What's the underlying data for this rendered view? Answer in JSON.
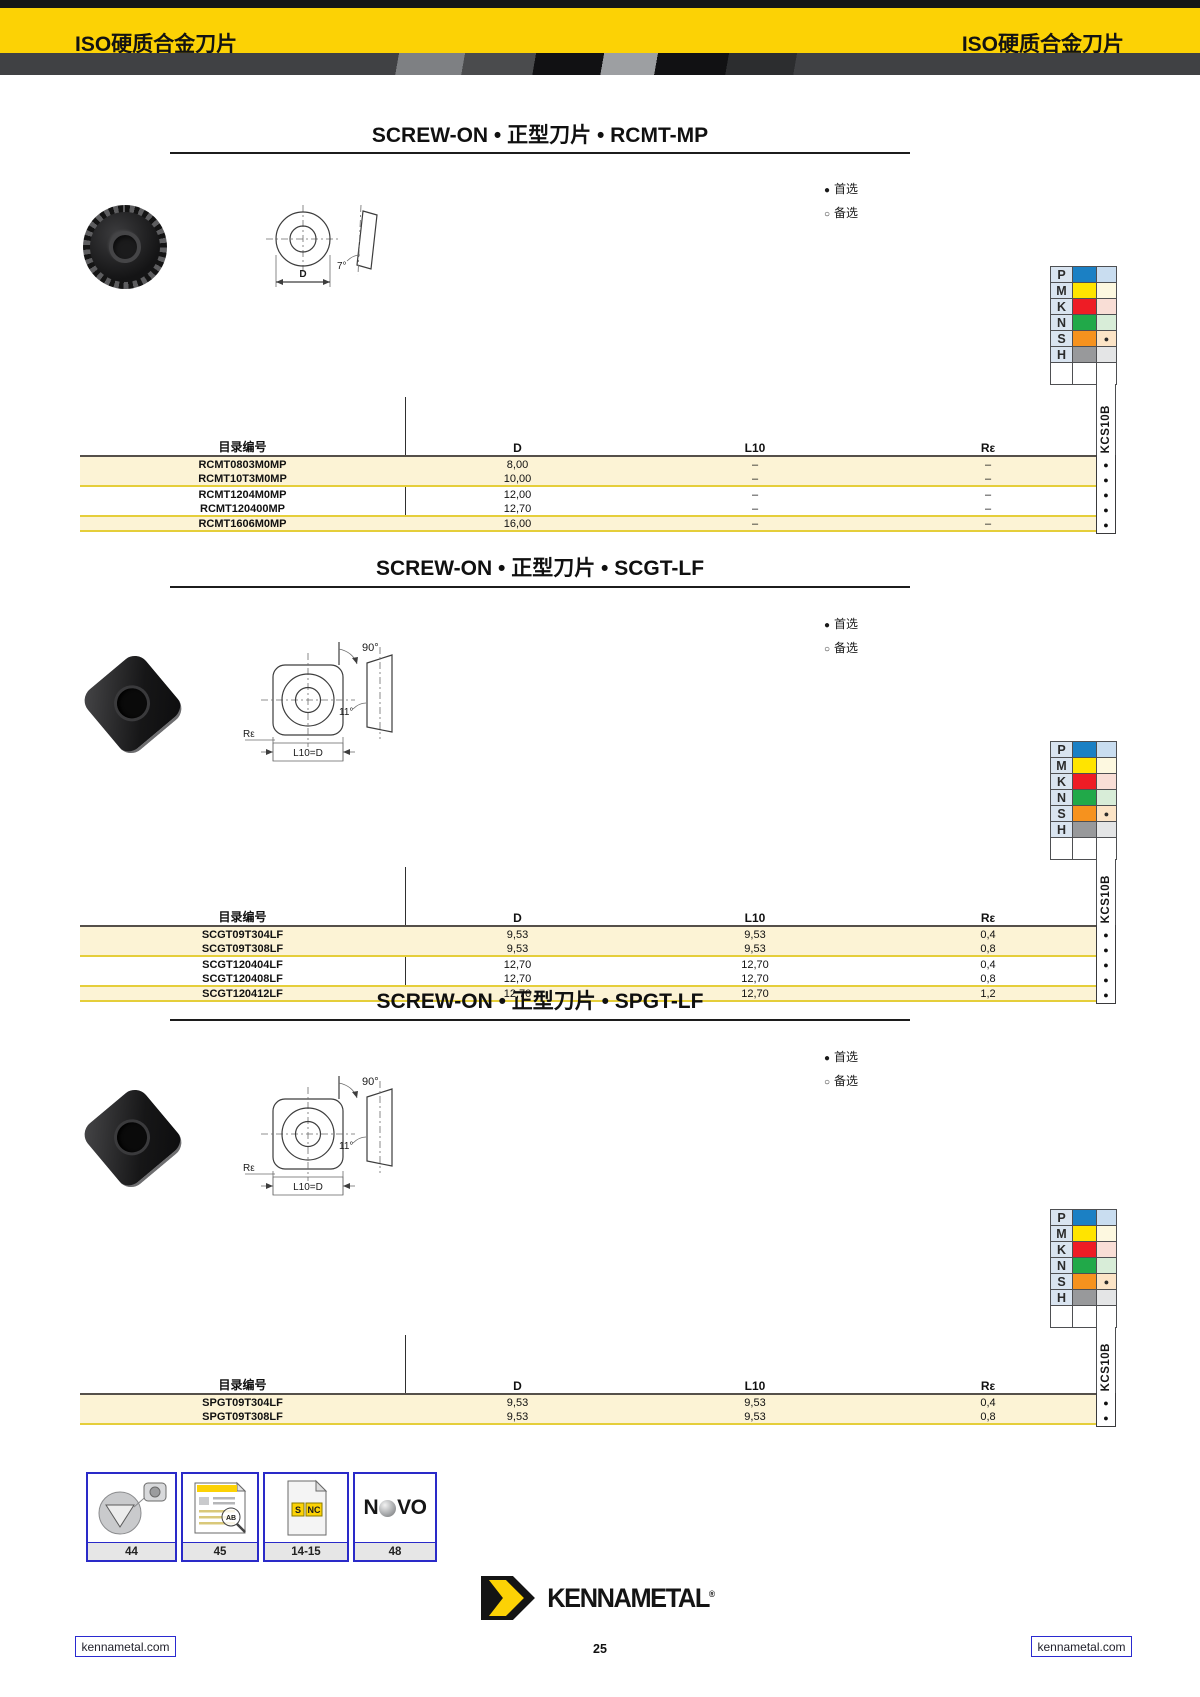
{
  "header": {
    "left_title": "ISO硬质合金刀片",
    "right_title": "ISO硬质合金刀片",
    "brand_yellow": "#fcd205"
  },
  "legend": {
    "preferred_symbol": "●",
    "preferred_label": "首选",
    "alternate_symbol": "○",
    "alternate_label": "备选"
  },
  "grade_chart": {
    "column_label": "KCS10B",
    "rows": [
      {
        "letter": "P",
        "color": "#1b80c4",
        "pale": "#c9ddf0",
        "marker": ""
      },
      {
        "letter": "M",
        "color": "#ffe400",
        "pale": "#fdf8e0",
        "marker": ""
      },
      {
        "letter": "K",
        "color": "#ee1c25",
        "pale": "#f9ded6",
        "marker": ""
      },
      {
        "letter": "N",
        "color": "#21a949",
        "pale": "#d8edd8",
        "marker": ""
      },
      {
        "letter": "S",
        "color": "#f6921e",
        "pale": "#fce4c6",
        "marker": "●"
      },
      {
        "letter": "H",
        "color": "#98999b",
        "pale": "#e4e5e6",
        "marker": ""
      }
    ]
  },
  "sections": [
    {
      "title": "SCREW-ON • 正型刀片 • RCMT-MP",
      "drawing": {
        "angle": "7°",
        "dim_label": "D"
      },
      "table": {
        "headers": [
          "目录编号",
          "D",
          "L10",
          "Rε"
        ],
        "rows": [
          {
            "cat": "RCMT0803M0MP",
            "d": "8,00",
            "l10": "–",
            "re": "–",
            "marker": "●"
          },
          {
            "cat": "RCMT10T3M0MP",
            "d": "10,00",
            "l10": "–",
            "re": "–",
            "marker": "●"
          },
          {
            "cat": "RCMT1204M0MP",
            "d": "12,00",
            "l10": "–",
            "re": "–",
            "marker": "●"
          },
          {
            "cat": "RCMT120400MP",
            "d": "12,70",
            "l10": "–",
            "re": "–",
            "marker": "●"
          },
          {
            "cat": "RCMT1606M0MP",
            "d": "16,00",
            "l10": "–",
            "re": "–",
            "marker": "●"
          }
        ]
      }
    },
    {
      "title": "SCREW-ON • 正型刀片 • SCGT-LF",
      "drawing": {
        "angle_corner": "90°",
        "angle_side": "11°",
        "re_label": "Rε",
        "dim_label": "L10=D"
      },
      "table": {
        "headers": [
          "目录编号",
          "D",
          "L10",
          "Rε"
        ],
        "rows": [
          {
            "cat": "SCGT09T304LF",
            "d": "9,53",
            "l10": "9,53",
            "re": "0,4",
            "marker": "●"
          },
          {
            "cat": "SCGT09T308LF",
            "d": "9,53",
            "l10": "9,53",
            "re": "0,8",
            "marker": "●"
          },
          {
            "cat": "SCGT120404LF",
            "d": "12,70",
            "l10": "12,70",
            "re": "0,4",
            "marker": "●"
          },
          {
            "cat": "SCGT120408LF",
            "d": "12,70",
            "l10": "12,70",
            "re": "0,8",
            "marker": "●"
          },
          {
            "cat": "SCGT120412LF",
            "d": "12,70",
            "l10": "12,70",
            "re": "1,2",
            "marker": "●"
          }
        ]
      }
    },
    {
      "title": "SCREW-ON • 正型刀片 • SPGT-LF",
      "drawing": {
        "angle_corner": "90°",
        "angle_side": "11°",
        "re_label": "Rε",
        "dim_label": "L10=D"
      },
      "table": {
        "headers": [
          "目录编号",
          "D",
          "L10",
          "Rε"
        ],
        "rows": [
          {
            "cat": "SPGT09T304LF",
            "d": "9,53",
            "l10": "9,53",
            "re": "0,4",
            "marker": "●"
          },
          {
            "cat": "SPGT09T308LF",
            "d": "9,53",
            "l10": "9,53",
            "re": "0,8",
            "marker": "●"
          }
        ]
      }
    }
  ],
  "footer": {
    "page_refs": [
      {
        "number": "44"
      },
      {
        "number": "45"
      },
      {
        "number": "14-15"
      },
      {
        "number": "48"
      }
    ],
    "magnifier_badge": "AB",
    "snc_s": "S",
    "snc_nc": "NC",
    "novo_left": "N",
    "novo_right": "VO",
    "brand": "KENNAMETAL",
    "brand_reg": "®",
    "page_number": "25",
    "link_left": "kennametal.com",
    "link_right": "kennametal.com"
  }
}
